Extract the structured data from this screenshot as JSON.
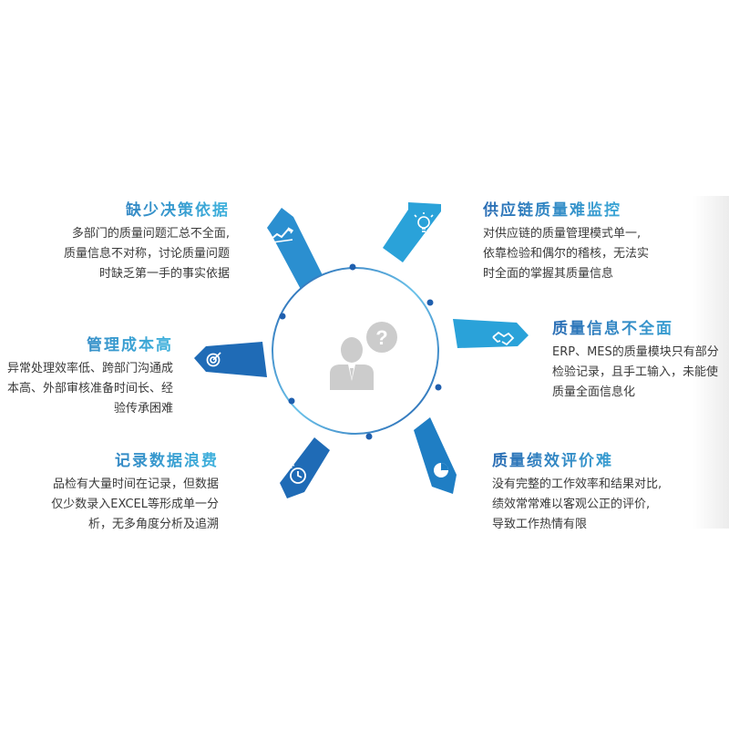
{
  "center": {
    "icon": "person-question-icon",
    "ring_color": "#2a8fd0",
    "node_color": "#1f5fae"
  },
  "colors": {
    "arrow_light": "#2aa0d8",
    "arrow_dark": "#1f6bb6",
    "title_start": "#2a6db4",
    "title_end": "#3fb2dd",
    "body_text": "#3a3a3a"
  },
  "items": [
    {
      "title": "缺少决策依据",
      "lines": [
        "多部门的质量问题汇总不全面,",
        "质量信息不对称，讨论质量问题",
        "时缺乏第一手的事实依据"
      ],
      "icon": "trend-chart-icon"
    },
    {
      "title": "供应链质量难监控",
      "lines": [
        "对供应链的质量管理模式单一,",
        "依靠检验和偶尔的稽核，无法实",
        "时全面的掌握其质量信息"
      ],
      "icon": "lightbulb-icon"
    },
    {
      "title": "管理成本高",
      "lines": [
        "异常处理效率低、跨部门沟通成",
        "本高、外部审核准备时间长、经",
        "验传承困难"
      ],
      "icon": "target-icon"
    },
    {
      "title": "质量信息不全面",
      "lines": [
        "ERP、MES的质量模块只有部分",
        "检验记录，且手工输入，未能使",
        "质量全面信息化"
      ],
      "icon": "handshake-icon"
    },
    {
      "title": "记录数据浪费",
      "lines": [
        "品检有大量时间在记录，但数据",
        "仅少数录入EXCEL等形成单一分",
        "析，无多角度分析及追溯"
      ],
      "icon": "clock-refresh-icon"
    },
    {
      "title": "质量绩效评价难",
      "lines": [
        "没有完整的工作效率和结果对比,",
        "绩效常常难以客观公正的评价,",
        "导致工作热情有限"
      ],
      "icon": "pie-chart-icon"
    }
  ]
}
